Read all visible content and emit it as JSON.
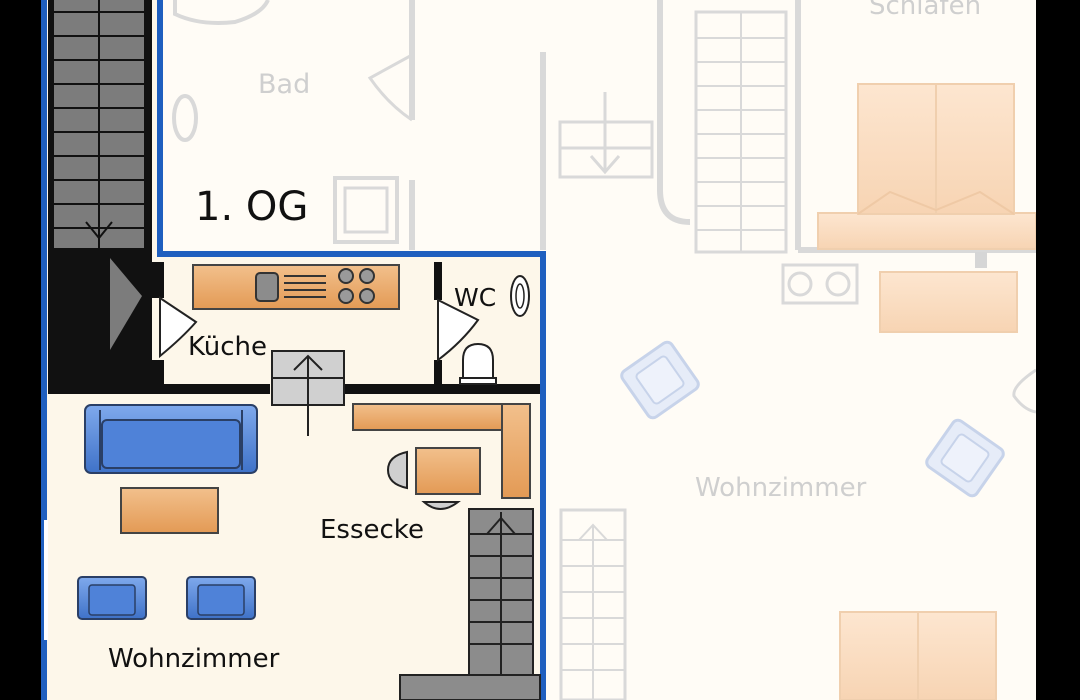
{
  "plan": {
    "floor_label": "1. OG",
    "rooms": {
      "bad": "Bad",
      "kueche": "Küche",
      "wc": "WC",
      "essecke": "Essecke",
      "wohnzimmer_active": "Wohnzimmer",
      "wohnzimmer_faded": "Wohnzimmer",
      "schlafen_faded": "Schlafen"
    }
  },
  "colors": {
    "outline_blue": "#1f5fbf",
    "floor_active": "#fdf7ea",
    "floor_faded": "#fffcf6",
    "wall_faded": "#d6d6d6",
    "wood": "#e8a96a",
    "sofa_blue": "#5b8ee0",
    "stair_gray": "#8e8e8e",
    "black": "#111111"
  }
}
